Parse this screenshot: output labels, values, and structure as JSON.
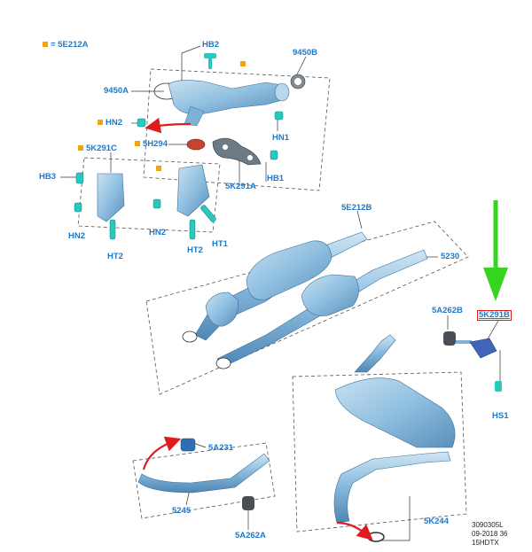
{
  "legend": {
    "key_text": "= 5E212A",
    "marker_color": "#f4a30a"
  },
  "labels": {
    "hb2": "HB2",
    "l9450b": "9450B",
    "l9450a": "9450A",
    "hn2_top": "HN2",
    "hn1": "HN1",
    "l5h294": "5H294",
    "l5k291c": "5K291C",
    "hb3": "HB3",
    "hb1": "HB1",
    "l5k291a": "5K291A",
    "hn2_left": "HN2",
    "hn2_mid": "HN2",
    "ht1": "HT1",
    "ht2_left": "HT2",
    "ht2_mid": "HT2",
    "l5e212b": "5E212B",
    "l5230": "5230",
    "l5a262b": "5A262B",
    "l5k291b": "5K291B",
    "hs1": "HS1",
    "l5a231": "5A231",
    "l5245": "5245",
    "l5a262a": "5A262A",
    "l5k244": "5K244"
  },
  "footer": {
    "line1": "3090305L",
    "line2": "09-2018 36",
    "line3": "15HDTX"
  },
  "colors": {
    "label_blue": "#1f78c8",
    "part_blue": "#8ab8d8",
    "pointer_green": "#35d41e",
    "arrow_red": "#e01b1b",
    "marker_orange": "#f4a30a"
  }
}
